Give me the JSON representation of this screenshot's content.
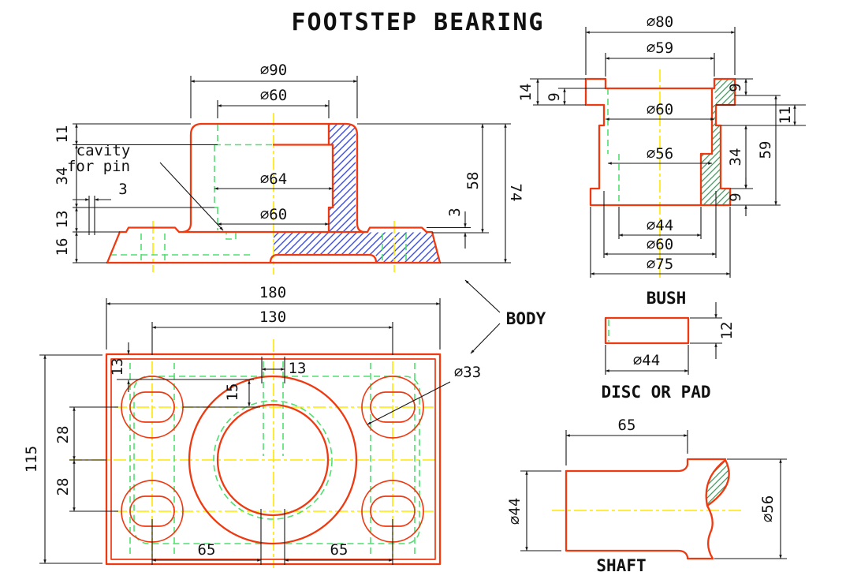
{
  "title": "FOOTSTEP BEARING",
  "parts": {
    "body": "BODY",
    "bush": "BUSH",
    "disc": "DISC OR PAD",
    "shaft": "SHAFT"
  },
  "notes": {
    "cavity_line1": "cavity",
    "cavity_line2": "for pin"
  },
  "front": {
    "d90": "∅90",
    "d60_top": "∅60",
    "d64": "∅64",
    "d60_mid": "∅60",
    "v11": "11",
    "v34": "34",
    "v13": "13",
    "v16": "16",
    "h3": "3",
    "r3": "3",
    "v58": "58",
    "v74": "74"
  },
  "plan": {
    "h180": "180",
    "h130": "130",
    "v115": "115",
    "v13": "13",
    "v15": "15",
    "v28a": "28",
    "v28b": "28",
    "w13": "13",
    "d33": "∅33",
    "h65a": "65",
    "h65b": "65"
  },
  "bush": {
    "d80": "∅80",
    "d59": "∅59",
    "v14": "14",
    "l9": "9",
    "r9": "9",
    "v11": "11",
    "d60": "∅60",
    "d56": "∅56",
    "v34": "34",
    "v59": "59",
    "b9": "9",
    "d44": "∅44",
    "d60b": "∅60",
    "d75": "∅75"
  },
  "disc": {
    "d44": "∅44",
    "v12": "12"
  },
  "shaft": {
    "h65": "65",
    "d44": "∅44",
    "d56": "∅56"
  },
  "colors": {
    "outline": "#ee3911",
    "hidden": "#4fe06e",
    "centerline": "#ffe800",
    "dimension": "#151515",
    "hatch_body": "#3c4ede",
    "hatch_section": "#3aa05c"
  }
}
